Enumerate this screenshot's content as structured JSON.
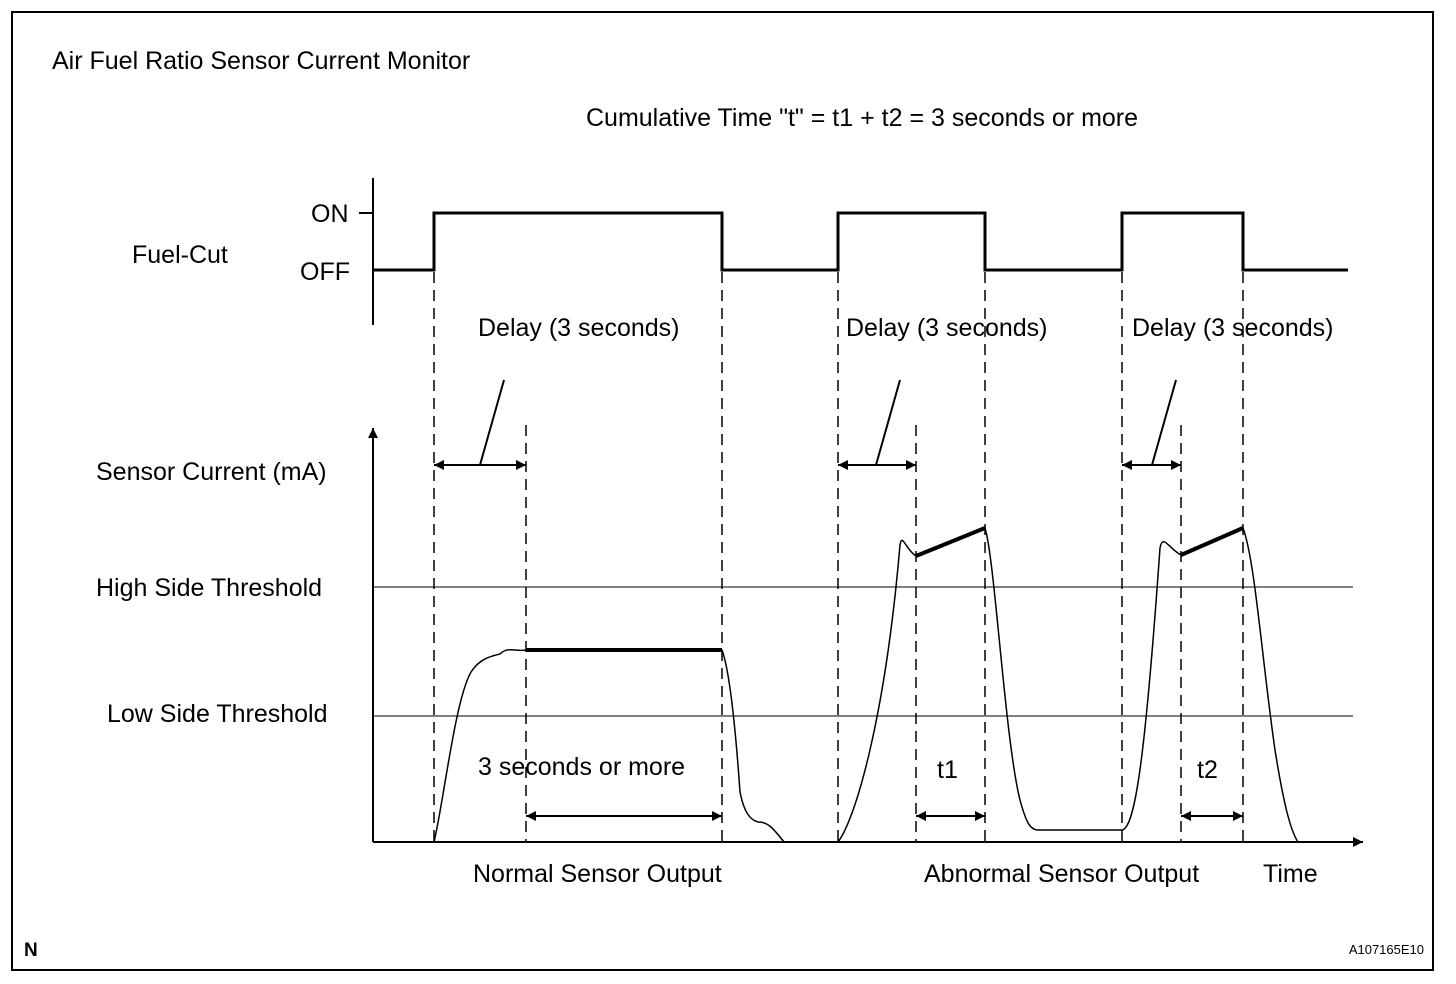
{
  "title": "Air Fuel Ratio Sensor Current Monitor",
  "cumulative_note": "Cumulative Time \"t\" = t1 + t2 = 3 seconds or more",
  "fuel_cut": {
    "label": "Fuel-Cut",
    "on_label": "ON",
    "off_label": "OFF"
  },
  "delay_labels": [
    "Delay (3 seconds)",
    "Delay (3 seconds)",
    "Delay (3 seconds)"
  ],
  "sensor_axis": {
    "ylabel": "Sensor Current (mA)",
    "high_threshold": "High Side Threshold",
    "low_threshold": "Low Side Threshold",
    "xlabel": "Time"
  },
  "intervals": {
    "normal": "3 seconds or more",
    "t1": "t1",
    "t2": "t2"
  },
  "section_labels": {
    "normal": "Normal Sensor Output",
    "abnormal": "Abnormal Sensor Output"
  },
  "corner_mark": "N",
  "figure_code": "A107165E10"
}
